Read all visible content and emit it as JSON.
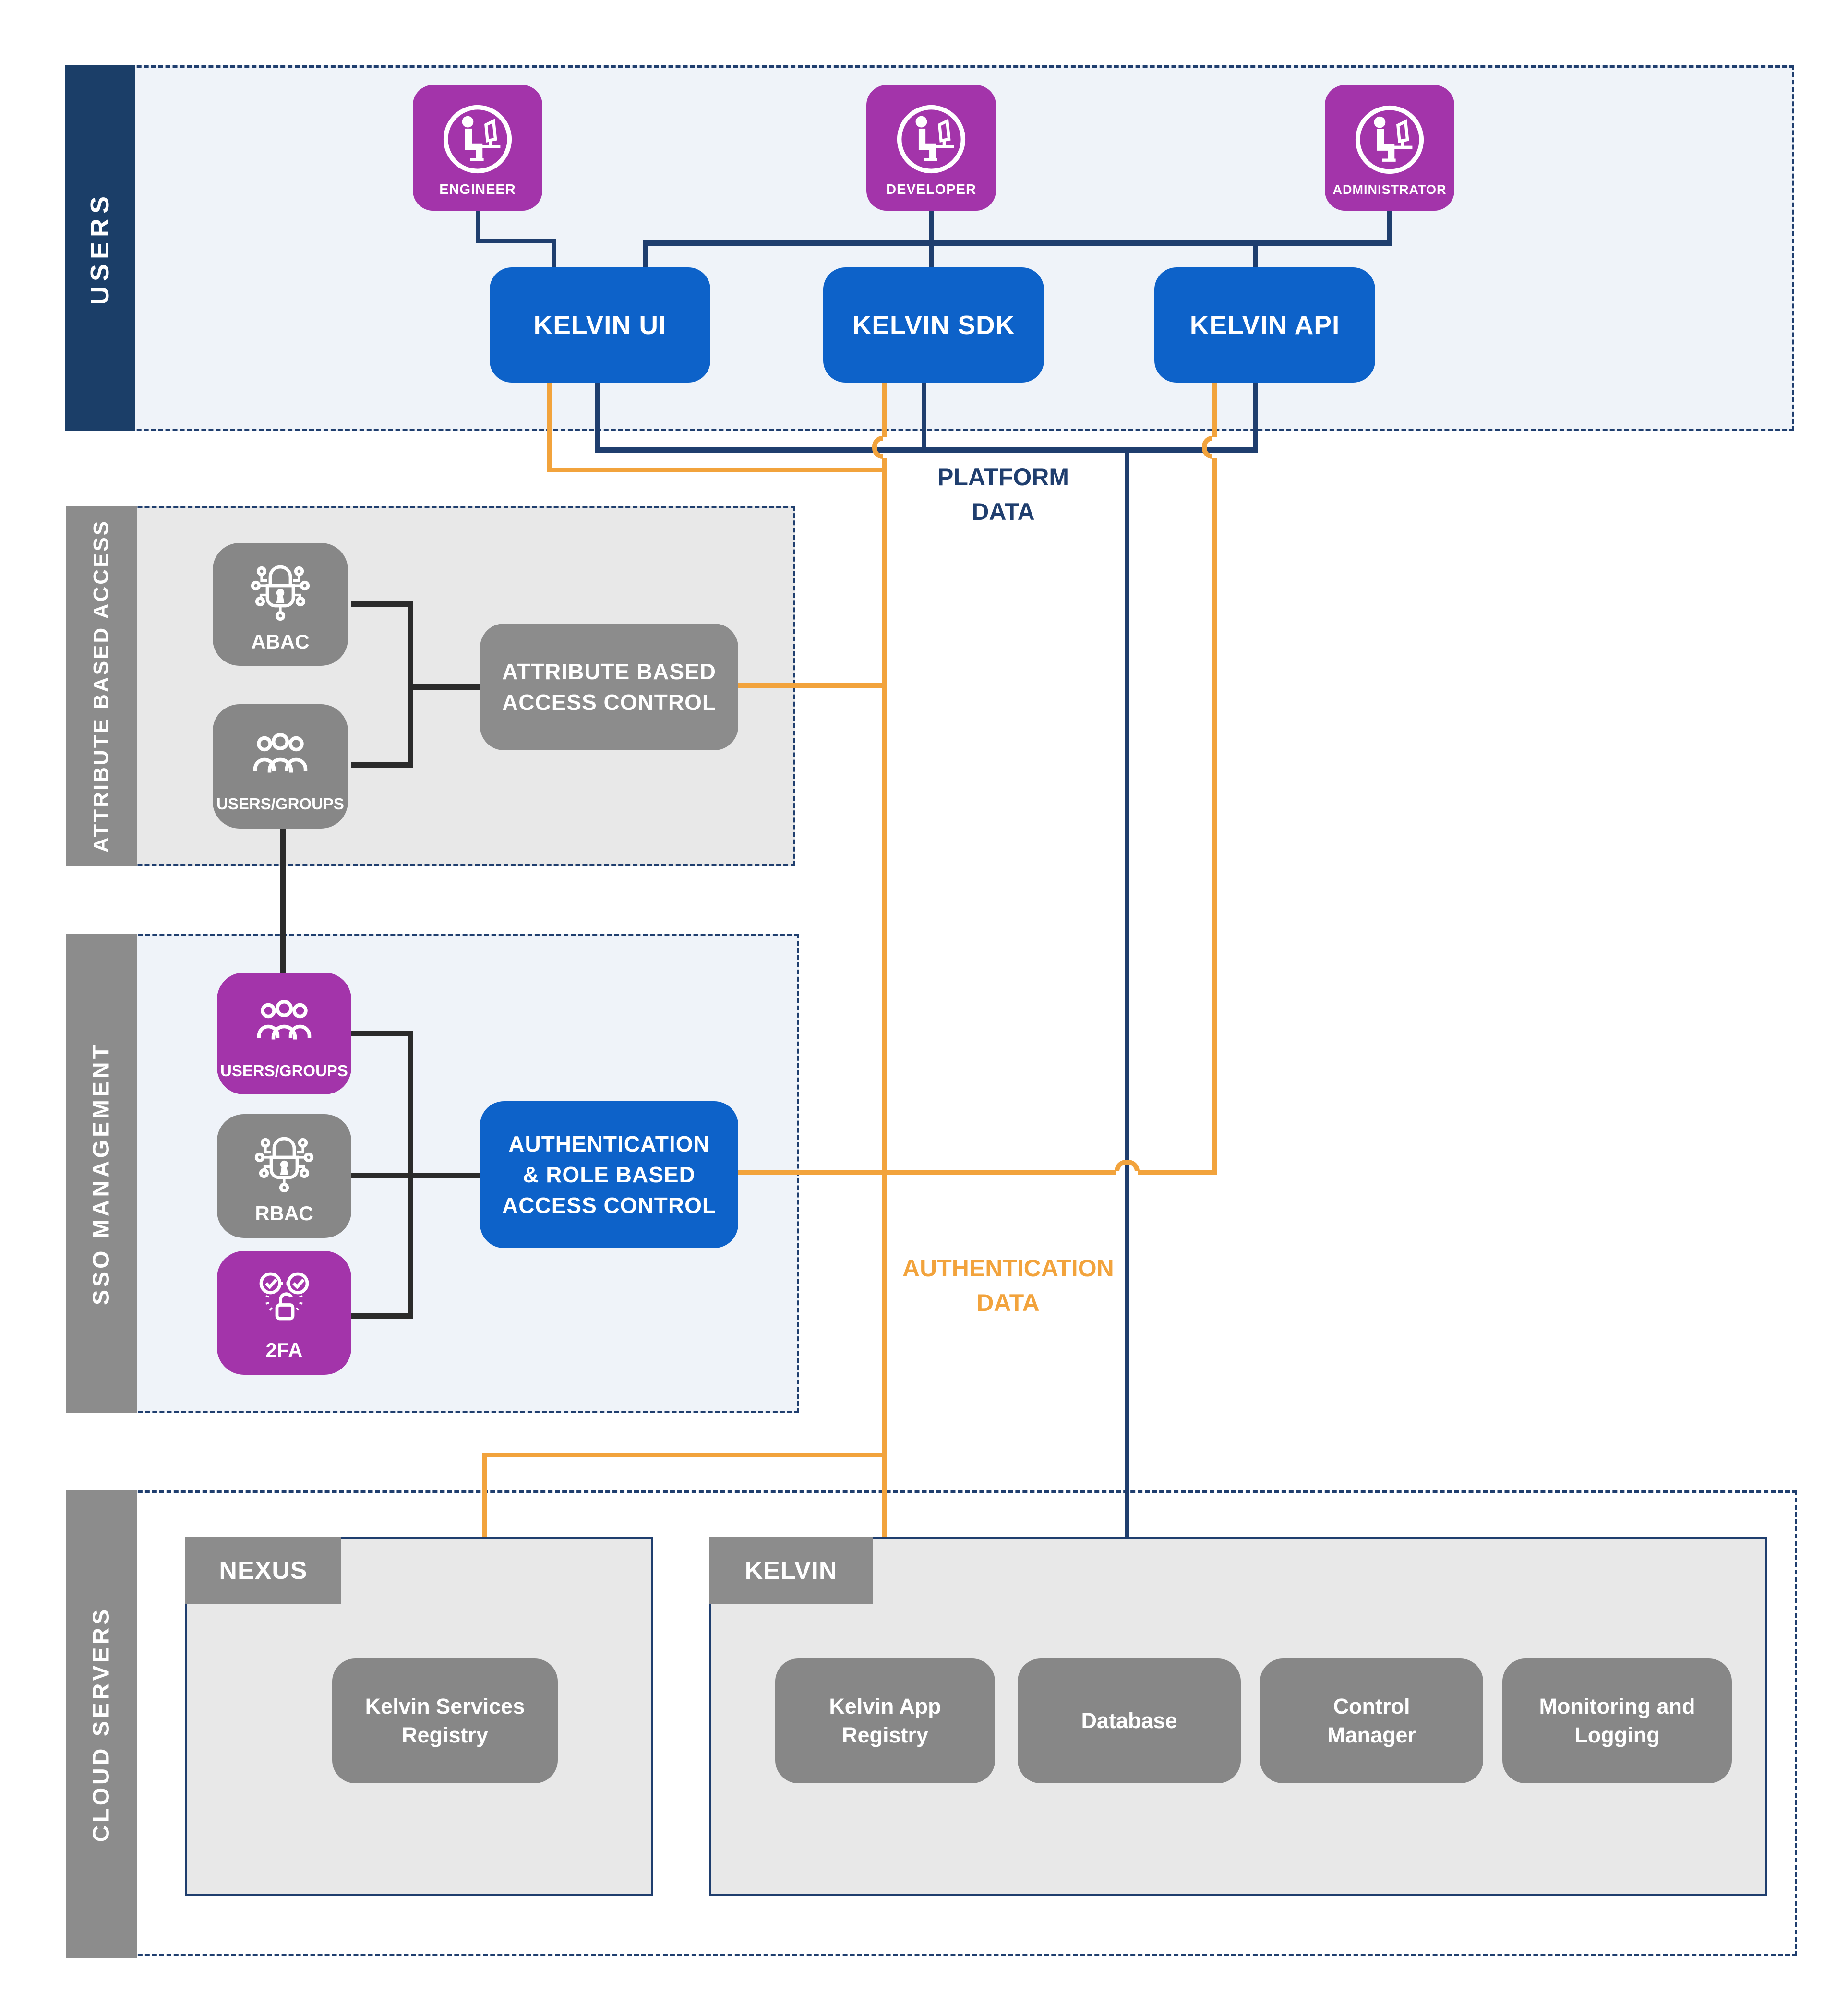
{
  "sections": {
    "users": {
      "label": "USERS"
    },
    "attribute": {
      "label": "ATTRIBUTE BASED ACCESS"
    },
    "sso": {
      "label": "SSO MANAGEMENT"
    },
    "cloud": {
      "label": "CLOUD SERVERS"
    }
  },
  "actors": {
    "engineer": {
      "label": "ENGINEER"
    },
    "developer": {
      "label": "DEVELOPER"
    },
    "administrator": {
      "label": "ADMINISTRATOR"
    }
  },
  "apps": {
    "ui": {
      "label": "KELVIN UI"
    },
    "sdk": {
      "label": "KELVIN SDK"
    },
    "api": {
      "label": "KELVIN API"
    }
  },
  "flows": {
    "platform": {
      "line1": "PLATFORM",
      "line2": "DATA"
    },
    "auth": {
      "line1": "AUTHENTICATION",
      "line2": "DATA"
    }
  },
  "attribute": {
    "abac": {
      "label": "ABAC"
    },
    "users_groups": {
      "label": "USERS/GROUPS"
    },
    "control": {
      "line1": "ATTRIBUTE BASED",
      "line2": "ACCESS CONTROL"
    }
  },
  "sso": {
    "users_groups": {
      "label": "USERS/GROUPS"
    },
    "rbac": {
      "label": "RBAC"
    },
    "twofa": {
      "label": "2FA"
    },
    "control": {
      "line1": "AUTHENTICATION",
      "line2": "& ROLE BASED",
      "line3": "ACCESS CONTROL"
    }
  },
  "cloud": {
    "nexus": {
      "title": "NEXUS",
      "registry": {
        "line1": "Kelvin Services",
        "line2": "Registry"
      }
    },
    "kelvin": {
      "title": "KELVIN",
      "app_registry": {
        "line1": "Kelvin App",
        "line2": "Registry"
      },
      "database": {
        "label": "Database"
      },
      "control_manager": {
        "line1": "Control",
        "line2": "Manager"
      },
      "monitoring": {
        "line1": "Monitoring and",
        "line2": "Logging"
      }
    }
  },
  "colors": {
    "navy": "#1F3E6E",
    "sidebar_navy": "#1B3E68",
    "blue": "#0D62C9",
    "purple": "#A334AA",
    "orange": "#F2A33C",
    "gray_node": "#878787",
    "gray_sidebar": "#8C8C8C",
    "bg_light_blue": "#EFF3F9",
    "bg_light_gray": "#E8E8E8",
    "connector_black": "#2B2B2B"
  }
}
